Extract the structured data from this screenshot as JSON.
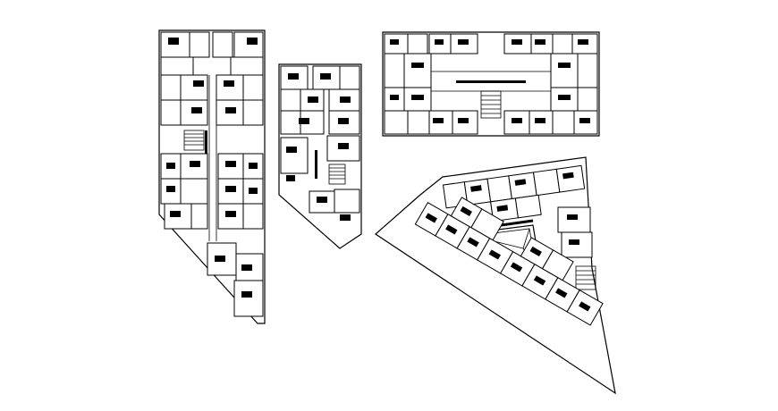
{
  "drawing": {
    "line_color": "#000000",
    "background": "#ffffff",
    "plans": [
      {
        "id": "plan-tower-left",
        "shape": "elongated-tapered"
      },
      {
        "id": "plan-tower-middle",
        "shape": "pentagon-tapered"
      },
      {
        "id": "plan-block-top-right",
        "shape": "rectangular-h"
      },
      {
        "id": "plan-triangle-bottom-right",
        "shape": "triangular-courtyard"
      }
    ]
  }
}
